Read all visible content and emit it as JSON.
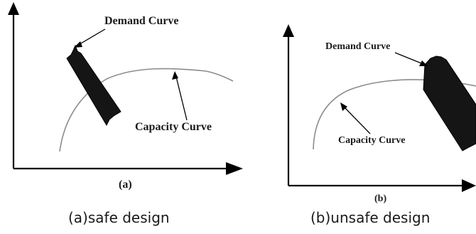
{
  "panel_a": {
    "demand_label": "Demand Curve",
    "capacity_label": "Capacity Curve",
    "panel_label": "(a)",
    "caption": "(a)safe design"
  },
  "panel_b": {
    "demand_label": "Demand Curve",
    "capacity_label": "Capacity Curve",
    "panel_label": "(b)",
    "caption": "(b)unsafe design"
  }
}
